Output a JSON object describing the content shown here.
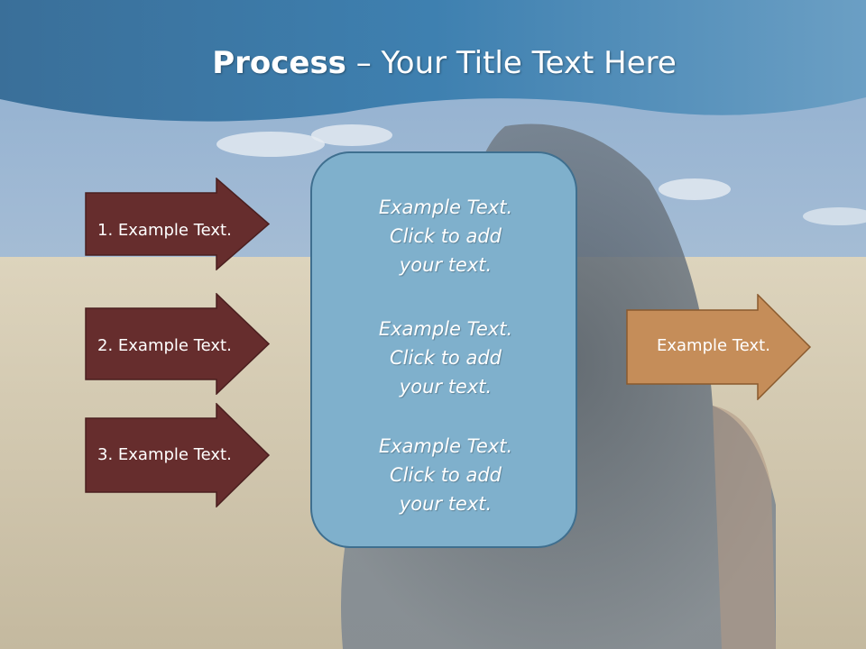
{
  "slide": {
    "title_bold": "Process",
    "title_rest": " – Your Title Text Here"
  },
  "steps": [
    {
      "label": "1. Example Text."
    },
    {
      "label": "2. Example Text."
    },
    {
      "label": "3. Example Text."
    }
  ],
  "panel": {
    "blocks": [
      {
        "line1": "Example Text.",
        "line2": "Click  to add",
        "line3": "your text."
      },
      {
        "line1": "Example Text.",
        "line2": "Click  to add",
        "line3": "your text."
      },
      {
        "line1": "Example Text.",
        "line2": "Click  to add",
        "line3": "your text."
      }
    ]
  },
  "result": {
    "label": "Example Text."
  },
  "colors": {
    "header": "#3e7fae",
    "step_arrow": "#662d2d",
    "panel": "#7fb0cc",
    "result_arrow": "#c58d59"
  }
}
